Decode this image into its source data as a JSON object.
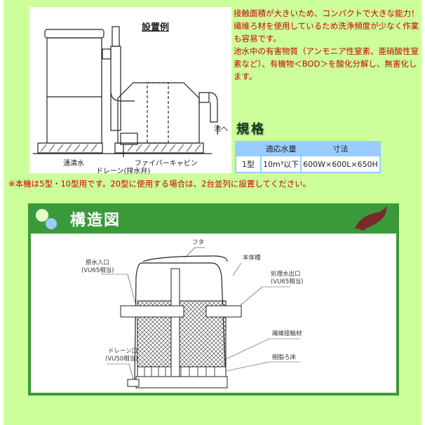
{
  "install_diagram": {
    "title": "設置例",
    "labels": {
      "to_pond": "池へ",
      "filter_tank": "湧清水",
      "fiber_cabin": "ファイバーキャビン",
      "drain": "ドレーン(排水弁)"
    }
  },
  "description": [
    "接触面積が大きいため、コンパクトで大きな能力！",
    "繊維ろ材を使用しているため洗浄頻度が少なく作業も容易です。",
    "池水中の有害物質（アンモニア性窒素、亜硝酸性窒素など）、有機物＜BOD＞を酸化分解し、無害化します。"
  ],
  "spec": {
    "heading": "規格",
    "headers": [
      "",
      "適応水量",
      "寸法"
    ],
    "rows": [
      [
        "1型",
        "10m³以下",
        "600W×600L×650H"
      ]
    ]
  },
  "note": "※本機は5型・10型用です。20型に使用する場合は、2台並列に設置してください。",
  "structure": {
    "title": "構造図",
    "labels": {
      "lid": "フタ",
      "body_tank": "本体槽",
      "inlet": "原水入口",
      "inlet_spec": "(VU65相当)",
      "outlet": "処理水出口",
      "outlet_spec": "(VU65相当)",
      "fiber_media": "繊維接触材",
      "resin_bed": "樹脂ろ床",
      "drain_port": "ドレーン口",
      "drain_spec": "(VU50相当)"
    }
  },
  "colors": {
    "background": "#ccff99",
    "panel": "#3a9a3a",
    "accent_text": "#cc0000",
    "table": "#99ccff"
  }
}
